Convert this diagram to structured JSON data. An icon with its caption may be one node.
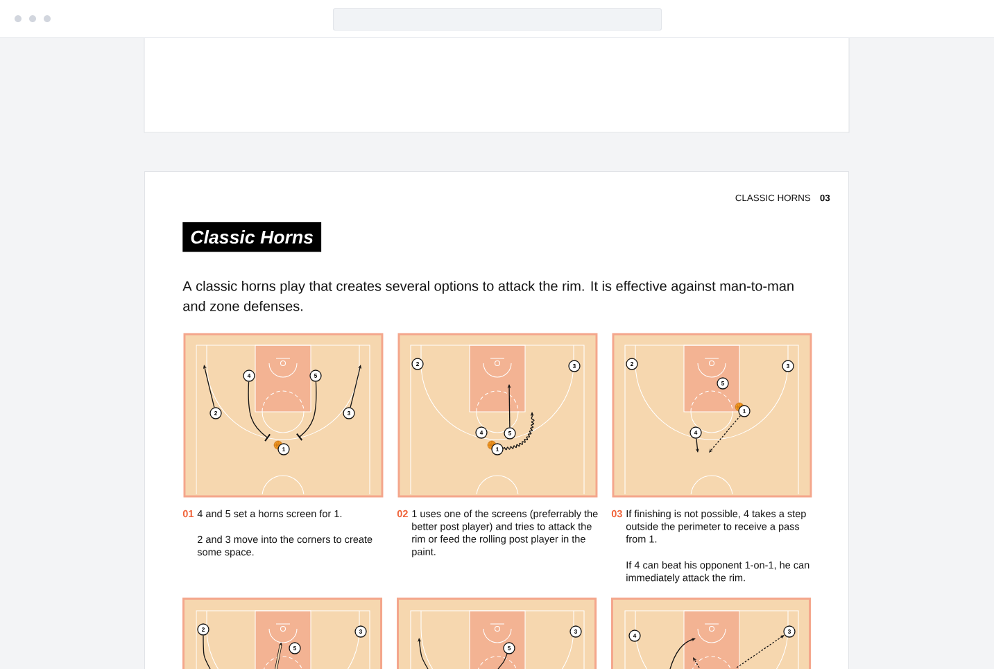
{
  "diagram": {
    "title": "Classic Horns",
    "nodes": [
      {
        "text": [],
        "shape": "picture",
        "beside": [
          "01",
          "4 and 5 set a horns screen for 1.",
          "2 and 3 move into the corners to create some space."
        ]
      },
      {
        "text": [
          "4"
        ],
        "in": 0
      },
      {
        "text": [
          "5"
        ],
        "in": 0
      },
      {
        "text": [
          "2"
        ],
        "in": 0
      },
      {
        "text": [
          "3"
        ],
        "in": 0
      },
      {
        "text": [
          "1"
        ],
        "in": 0
      },
      {
        "text": [],
        "shape": "picture",
        "beside": [
          "02",
          "1 uses one of the screens (preferrably the better post player) and tries to attack the rim or feed the rolling post player in the paint."
        ]
      },
      {
        "text": [
          "2"
        ],
        "in": 6
      },
      {
        "text": [
          "3"
        ],
        "in": 6
      },
      {
        "text": [
          "4"
        ],
        "in": 6
      },
      {
        "text": [
          "5"
        ],
        "in": 6
      },
      {
        "text": [
          "1"
        ],
        "in": 6
      },
      {
        "text": [],
        "shape": "picture",
        "beside": [
          "03",
          "If finishing is not possible, 4 takes a step outside the perimeter to receive a pass from 1.",
          "If 4 can beat his opponent 1-on-1, he can immediately attack the rim."
        ]
      },
      {
        "text": [
          "2"
        ],
        "in": 12
      },
      {
        "text": [
          "3"
        ],
        "in": 12
      },
      {
        "text": [
          "5"
        ],
        "in": 12
      },
      {
        "text": [
          "1"
        ],
        "in": 12
      },
      {
        "text": [
          "4"
        ],
        "in": 12
      },
      {
        "text": [],
        "shape": "picture"
      },
      {
        "text": [
          "2"
        ],
        "in": 18
      },
      {
        "text": [
          "3"
        ],
        "in": 18
      },
      {
        "text": [
          "5"
        ],
        "in": 18
      },
      {
        "text": [],
        "shape": "picture"
      },
      {
        "text": [
          "3"
        ],
        "in": 22
      },
      {
        "text": [
          "5"
        ],
        "in": 22
      },
      {
        "text": [],
        "shape": "picture"
      },
      {
        "text": [
          "4"
        ],
        "in": 25
      },
      {
        "text": [
          "3"
        ],
        "in": 25
      }
    ],
    "edges": [
      {
        "from": 3,
        "to": null,
        "arrow": "to"
      },
      {
        "from": 4,
        "to": null,
        "arrow": "to"
      },
      {
        "from": 1,
        "to": 5,
        "arrow": "other"
      },
      {
        "from": 2,
        "to": 5,
        "arrow": "other"
      },
      {
        "from": 10,
        "to": null,
        "arrow": "to"
      },
      {
        "from": 11,
        "to": null,
        "arrow": "to"
      },
      {
        "from": 17,
        "to": null,
        "arrow": "to"
      },
      {
        "from": 16,
        "to": null,
        "arrow": "to",
        "style": "dashed"
      },
      {
        "from": 19,
        "to": null,
        "arrow": "none"
      },
      {
        "from": 24,
        "to": null,
        "arrow": "none"
      },
      {
        "from": null,
        "to": 27,
        "arrow": "to",
        "style": "dashed"
      }
    ],
    "labels": [
      "CLASSIC HORNS",
      "03",
      "A classic horns play that creates several options to attack the rim. It is effective against man-to-man and zone defenses."
    ]
  }
}
